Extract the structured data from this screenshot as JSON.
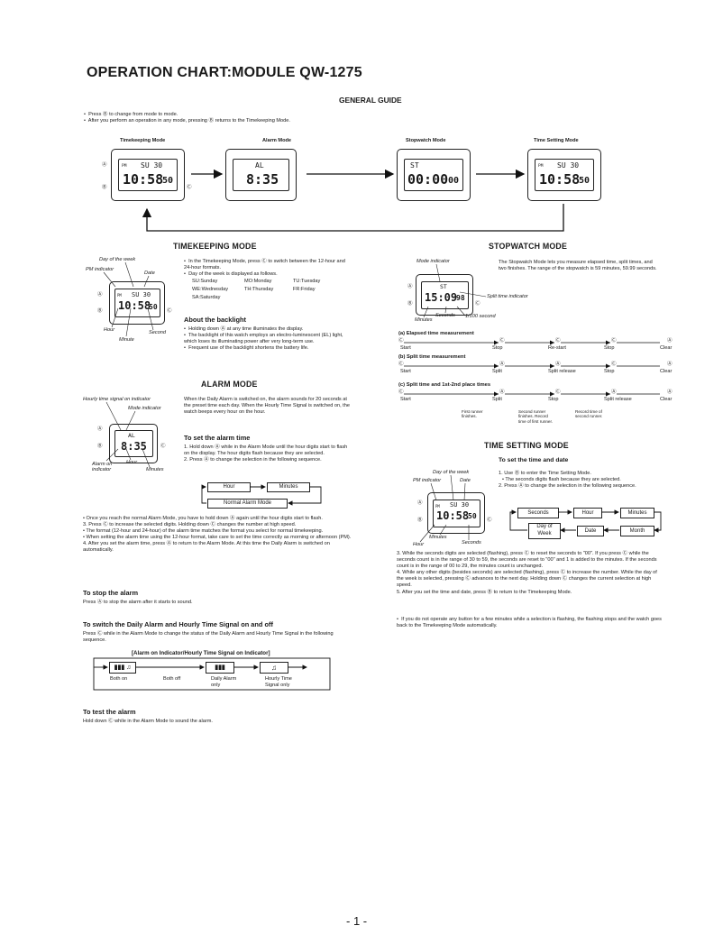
{
  "title": "OPERATION CHART:MODULE QW-1275",
  "general": {
    "heading": "GENERAL GUIDE",
    "bullets": [
      "Press Ⓑ to change from mode to mode.",
      "After you perform an operation in any mode, pressing Ⓑ returns to the Timekeeping Mode."
    ],
    "modes": [
      "Timekeeping Mode",
      "Alarm Mode",
      "Stopwatch Mode",
      "Time Setting Mode"
    ]
  },
  "watch_displays": {
    "tk": {
      "top": "SU 30",
      "pm": "PM",
      "main": "10:58",
      "sec": "50"
    },
    "alarm": {
      "top": "AL",
      "main": "8:35"
    },
    "sw": {
      "top": "ST",
      "main": "00:00",
      "sec": "00"
    },
    "ts": {
      "top": "SU 30",
      "pm": "PM",
      "main": "10:58",
      "sec": "50"
    },
    "tk2": {
      "top": "SU 30",
      "pm": "PM",
      "main": "10:58",
      "sec": "50"
    },
    "al2": {
      "top": "AL",
      "main": "8:35"
    },
    "sw2": {
      "top": "ST",
      "main": "15:09",
      "sec": "98"
    },
    "ts2": {
      "top": "SU 30",
      "pm": "PM",
      "main": "10:58",
      "sec": "50"
    }
  },
  "buttons": {
    "a": "Ⓐ",
    "b": "Ⓑ",
    "c": "Ⓒ"
  },
  "timekeeping": {
    "heading": "TIMEKEEPING MODE",
    "labels": {
      "dow": "Day of the week",
      "pm": "PM indicator",
      "date": "Date",
      "hour": "Hour",
      "second": "Second",
      "minute": "Minute"
    },
    "bullet1": "In the Timekeeping Mode, press Ⓒ to switch between the 12-hour and 24-hour formats.",
    "bullet2": "Day of the week is displayed as follows.",
    "days": [
      "SU:Sunday",
      "MO:Monday",
      "TU:Tuesday",
      "WE:Wednesday",
      "TH:Thursday",
      "FR:Friday",
      "SA:Saturday"
    ],
    "backlight_heading": "About the backlight",
    "backlight": [
      "Holding down Ⓐ at any time illuminates the display.",
      "The backlight of this watch employs an electro-luminescent (EL) light, which loses its illuminating power after very long-term use.",
      "Frequent use of the backlight shortens the battery life."
    ]
  },
  "alarm": {
    "heading": "ALARM MODE",
    "labels": {
      "hourly": "Hourly time signal on indicator",
      "mode": "Mode indicator",
      "alarm_on": "Alarm on indicator",
      "hour": "Hour",
      "minutes": "Minutes"
    },
    "intro": "When the Daily Alarm is switched on, the alarm sounds for 20 seconds at the preset time each day. When the Hourly Time Signal is switched on, the watch beeps every hour on the hour.",
    "set_heading": "To set the alarm time",
    "set_steps": [
      "1. Hold down Ⓐ while in the Alarm Mode until the hour digits start to flash on the display. The hour digits flash because they are selected.",
      "2. Press Ⓐ to change the selection in the following sequence."
    ],
    "seq_hour": "Hour",
    "seq_minutes": "Minutes",
    "seq_normal": "Normal Alarm Mode",
    "notes": [
      "• Once you reach the normal Alarm Mode, you have to hold down Ⓐ again until the hour digits start to flash.",
      "3. Press Ⓒ to increase the selected digits. Holding down Ⓒ changes the number at high speed.",
      "• The format (12-hour and 24-hour) of the alarm time matches the format you select for normal timekeeping.",
      "• When setting the alarm time using the 12-hour format, take care to set the time correctly as morning or afternoon (PM).",
      "4. After you set the alarm time, press Ⓐ to return to the Alarm Mode. At this time the Daily Alarm is switched on automatically."
    ],
    "stop_heading": "To stop the alarm",
    "stop_text": "Press Ⓐ to stop the alarm after it starts to sound.",
    "switch_heading": "To switch the Daily Alarm and Hourly Time Signal on and off",
    "switch_text": "Press Ⓒ while in the Alarm Mode to change the status of the Daily Alarm and Hourly Time Signal in the following sequence.",
    "switch_caption": "[Alarm on Indicator/Hourly Time Signal on Indicator]",
    "switch_states": [
      "Both on",
      "Both off",
      "Daily Alarm only",
      "Hourly Time Signal only"
    ],
    "test_heading": "To test the alarm",
    "test_text": "Hold down Ⓒ while in the Alarm Mode to sound the alarm."
  },
  "stopwatch": {
    "heading": "STOPWATCH MODE",
    "labels": {
      "mode": "Mode indicator",
      "split": "Split time indicator",
      "minutes": "Minutes",
      "seconds": "Seconds",
      "hundredth": "1/100 second"
    },
    "intro": "The Stopwatch Mode lets you measure elapsed time, split times, and two finishes. The range of the stopwatch is 59 minutes, 59.99 seconds.",
    "a_heading": "(a) Elapsed time measurement",
    "a_steps": [
      "Start",
      "Stop",
      "Re-start",
      "Stop",
      "Clear"
    ],
    "a_keys": [
      "Ⓒ",
      "Ⓒ",
      "Ⓒ",
      "Ⓒ",
      "Ⓐ"
    ],
    "b_heading": "(b) Split time measurement",
    "b_steps": [
      "Start",
      "Split",
      "Split release",
      "Stop",
      "Clear"
    ],
    "b_keys": [
      "Ⓒ",
      "Ⓐ",
      "Ⓐ",
      "Ⓒ",
      "Ⓐ"
    ],
    "c_heading": "(c) Split time and 1st-2nd place times",
    "c_steps": [
      "Start",
      "Split",
      "Stop",
      "Split release",
      "Clear"
    ],
    "c_keys": [
      "Ⓒ",
      "Ⓐ",
      "Ⓒ",
      "Ⓐ",
      "Ⓐ"
    ],
    "c_notes": [
      "First runner finishes.",
      "Second runner finishes. Record time of first runner.",
      "Record time of second runner."
    ]
  },
  "timesetting": {
    "heading": "TIME SETTING MODE",
    "sub": "To set the time and date",
    "labels": {
      "dow": "Day of the week",
      "pm": "PM indicator",
      "date": "Date",
      "minutes": "Minutes",
      "hour": "Hour",
      "seconds": "Seconds"
    },
    "steps_top": [
      "1. Use Ⓑ to enter the Time Setting Mode.",
      "• The seconds digits flash because they are selected.",
      "2. Press Ⓐ to change the selection in the following sequence."
    ],
    "seq": [
      "Seconds",
      "Hour",
      "Minutes",
      "Day of Week",
      "Date",
      "Month"
    ],
    "steps_bottom": [
      "3. While the seconds digits are selected (flashing), press Ⓒ to reset the seconds to \"00\". If you press Ⓒ while the seconds count is in the range of 30 to 59, the seconds are reset to \"00\" and 1 is added to the minutes. If the seconds count is in the range of 00 to 29, the minutes count is unchanged.",
      "4. While any other digits (besides seconds) are selected (flashing), press Ⓒ to increase the number. While the day of the week is selected, pressing Ⓒ advances to the next day. Holding down Ⓒ changes the current selection at high speed.",
      "5. After you set the time and date, press Ⓑ to return to the Timekeeping Mode."
    ],
    "note": "If you do not operate any button for a few minutes while a selection is flashing, the flashing stops and the watch goes back to the Timekeeping Mode automatically."
  },
  "footer": "- 1 -"
}
